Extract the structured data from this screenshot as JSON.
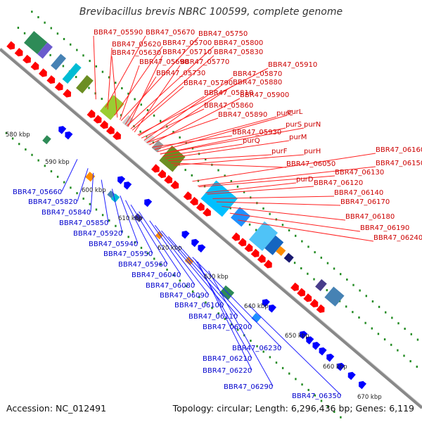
{
  "title": "Brevibacillus brevis NBRC 100599, complete genome",
  "footer": {
    "accession": "Accession: NC_012491",
    "summary": "Topology: circular; Length: 6,296,436 bp; Genes: 6,119"
  },
  "colors": {
    "forward_gene": "#ff0000",
    "reverse_gene": "#0000ff",
    "forward_label": "#cc0000",
    "reverse_label": "#0000cc",
    "backbone": "#888888",
    "tick_dot": "#228b22"
  },
  "ticks": [
    "580 kbp",
    "590 kbp",
    "600 kbp",
    "610 kbp",
    "620 kbp",
    "630 kbp",
    "640 kbp",
    "650 kbp",
    "660 kbp",
    "670 kbp"
  ],
  "forward_labels": [
    "BBR47_05590",
    "BBR47_05670",
    "BBR47_05750",
    "BBR47_05620",
    "BBR47_05700",
    "BBR47_05800",
    "BBR47_05630",
    "BBR47_05710",
    "BBR47_05830",
    "BBR47_05690",
    "BBR47_05770",
    "BBR47_05910",
    "BBR47_05730",
    "BBR47_05870",
    "BBR47_05790",
    "BBR47_05880",
    "BBR47_05810",
    "BBR47_05900",
    "BBR47_05860",
    "purC",
    "purL",
    "BBR47_05890",
    "purS",
    "purN",
    "BBR47_05930",
    "purM",
    "purQ",
    "purF",
    "purH",
    "BBR47_06050",
    "BBR47_06160",
    "BBR47_06150",
    "BBR47_06130",
    "purD",
    "BBR47_06120",
    "BBR47_06140",
    "BBR47_06170",
    "BBR47_06180",
    "BBR47_06190",
    "BBR47_06240"
  ],
  "reverse_labels": [
    "BBR47_05660",
    "BBR47_05820",
    "BBR47_05840",
    "BBR47_05850",
    "BBR47_05920",
    "BBR47_05940",
    "BBR47_05950",
    "BBR47_05960",
    "BBR47_06040",
    "BBR47_06080",
    "BBR47_06090",
    "BBR47_06100",
    "BBR47_06110",
    "BBR47_06200",
    "BBR47_06230",
    "BBR47_06210",
    "BBR47_06220",
    "BBR47_06290",
    "BBR47_06350"
  ]
}
